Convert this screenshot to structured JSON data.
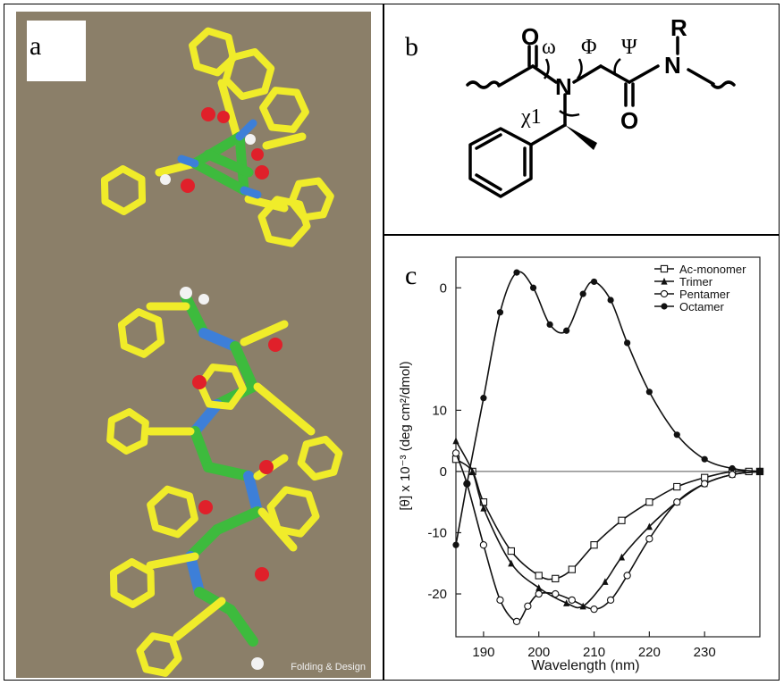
{
  "figure": {
    "panel_labels": {
      "a": "a",
      "b": "b",
      "c": "c"
    },
    "credit": "Folding & Design"
  },
  "colors": {
    "background_a": "#8b7f69",
    "carbon_side": "#f0ec2a",
    "carbon_backbone": "#3dbb3d",
    "nitrogen": "#3d7fd8",
    "oxygen": "#e0202a",
    "hydrogen": "#f2f2f2"
  },
  "structure": {
    "atoms": {
      "O1": "O",
      "N1": "N",
      "R": "R",
      "N2": "N",
      "O2": "O"
    },
    "angles": {
      "omega": "ω",
      "phi": "Φ",
      "psi": "Ψ",
      "chi": "χ1"
    }
  },
  "chart_data": {
    "type": "line",
    "xlabel": "Wavelength (nm)",
    "ylabel": "[θ] x 10⁻³ (deg cm²/dmol)",
    "xlim": [
      185,
      240
    ],
    "ylim": [
      -27,
      35
    ],
    "xticks": [
      190,
      200,
      210,
      220,
      230
    ],
    "yticks": [
      30,
      10,
      0,
      -10,
      -20
    ],
    "ytick_labels": [
      "0",
      "10",
      "0",
      "-10",
      "-20"
    ],
    "grid": false,
    "zero_line": true,
    "legend_position": "top-right",
    "series": [
      {
        "name": "Ac-monomer",
        "marker": "square-open",
        "x": [
          185,
          188,
          190,
          195,
          200,
          203,
          206,
          210,
          215,
          220,
          225,
          230,
          235,
          238,
          240
        ],
        "y": [
          2,
          0,
          -5,
          -13,
          -17,
          -17.5,
          -16,
          -12,
          -8,
          -5,
          -2.5,
          -1,
          0,
          0,
          0
        ]
      },
      {
        "name": "Trimer",
        "marker": "triangle-filled",
        "x": [
          185,
          188,
          190,
          195,
          200,
          205,
          208,
          212,
          215,
          220,
          225,
          230,
          235,
          240
        ],
        "y": [
          5,
          0,
          -6,
          -15,
          -19,
          -21.5,
          -22,
          -18,
          -14,
          -9,
          -5,
          -2,
          -0.5,
          0
        ]
      },
      {
        "name": "Pentamer",
        "marker": "circle-open",
        "x": [
          185,
          187,
          190,
          193,
          196,
          198,
          200,
          203,
          206,
          210,
          213,
          216,
          220,
          225,
          230,
          235,
          240
        ],
        "y": [
          3,
          -2,
          -12,
          -21,
          -24.5,
          -22,
          -20,
          -20,
          -21,
          -22.5,
          -21,
          -17,
          -11,
          -5,
          -2,
          -0.5,
          0
        ]
      },
      {
        "name": "Octamer",
        "marker": "circle-filled",
        "x": [
          185,
          187,
          190,
          193,
          196,
          199,
          202,
          205,
          208,
          210,
          213,
          216,
          220,
          225,
          230,
          235,
          240
        ],
        "y": [
          -12,
          -2,
          12,
          26,
          32.5,
          30,
          24,
          23,
          29,
          31,
          28,
          21,
          13,
          6,
          2,
          0.5,
          0
        ]
      }
    ]
  }
}
